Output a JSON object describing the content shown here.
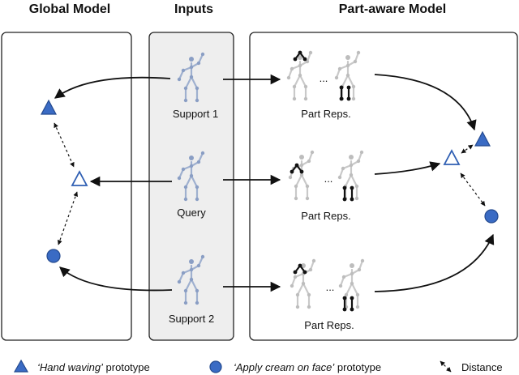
{
  "headers": {
    "global": "Global Model",
    "inputs": "Inputs",
    "part_aware": "Part-aware Model"
  },
  "inputs": {
    "support1": "Support 1",
    "query": "Query",
    "support2": "Support 2"
  },
  "part_reps": {
    "row1": "Part Reps.",
    "row2": "Part Reps.",
    "row3": "Part Reps.",
    "ellipsis": "..."
  },
  "legend": {
    "hand_waving_italic": "‘Hand waving’",
    "hand_waving_rest": " prototype",
    "apply_cream_italic": "‘Apply cream on face’",
    "apply_cream_rest": " prototype",
    "distance": "Distance"
  },
  "colors": {
    "prototype_fill": "#3a6bc4",
    "skeleton_query": "#9fb0cf",
    "skeleton_grey": "#c9c9c9",
    "part_highlight": "#111111"
  },
  "icons": {
    "hand_waving": "filled-triangle",
    "apply_cream": "filled-circle",
    "query": "hollow-triangle",
    "distance": "dashed-double-arrow"
  }
}
